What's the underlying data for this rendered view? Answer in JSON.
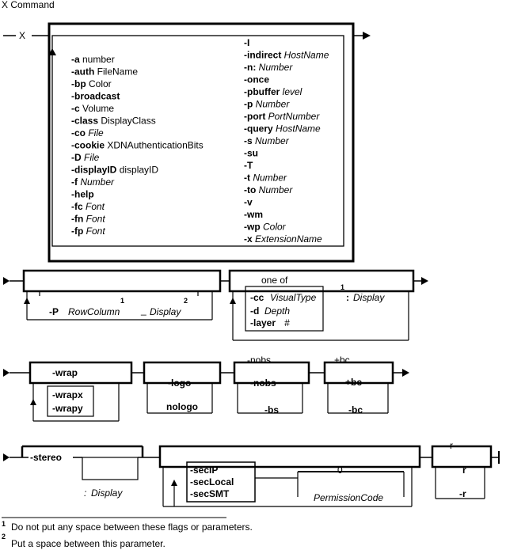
{
  "title": "X Command",
  "command": "X",
  "row1": {
    "left_options": [
      {
        "flag": "-a",
        "arg": "number",
        "arg_style": "plain"
      },
      {
        "flag": "-auth",
        "arg": "FileName",
        "arg_style": "plain"
      },
      {
        "flag": "-bp",
        "arg": "Color",
        "arg_style": "plain"
      },
      {
        "flag": "-broadcast",
        "arg": "",
        "arg_style": "plain"
      },
      {
        "flag": "-c",
        "arg": "Volume",
        "arg_style": "plain"
      },
      {
        "flag": "-class",
        "arg": "DisplayClass",
        "arg_style": "plain"
      },
      {
        "flag": "-co",
        "arg": "File",
        "arg_style": "italic"
      },
      {
        "flag": "-cookie",
        "arg": "XDNAuthenticationBits",
        "arg_style": "plain"
      },
      {
        "flag": "-D",
        "arg": "File",
        "arg_style": "italic"
      },
      {
        "flag": "-displayID",
        "arg": "displayID",
        "arg_style": "plain"
      },
      {
        "flag": "-f",
        "arg": "Number",
        "arg_style": "italic"
      },
      {
        "flag": "-help",
        "arg": "",
        "arg_style": "plain"
      },
      {
        "flag": "-fc",
        "arg": "Font",
        "arg_style": "italic"
      },
      {
        "flag": "-fn",
        "arg": "Font",
        "arg_style": "italic"
      },
      {
        "flag": "-fp",
        "arg": "Font",
        "arg_style": "italic"
      }
    ],
    "right_options": [
      {
        "flag": "-I",
        "arg": "",
        "arg_style": "italic"
      },
      {
        "flag": "-indirect",
        "arg": "HostName",
        "arg_style": "italic"
      },
      {
        "flag": "-n:",
        "arg": "Number",
        "arg_style": "italic"
      },
      {
        "flag": "-once",
        "arg": "",
        "arg_style": "italic"
      },
      {
        "flag": "-pbuffer",
        "arg": "level",
        "arg_style": "italic"
      },
      {
        "flag": "-p",
        "arg": "Number",
        "arg_style": "italic"
      },
      {
        "flag": "-port",
        "arg": "PortNumber",
        "arg_style": "italic"
      },
      {
        "flag": "-query",
        "arg": "HostName",
        "arg_style": "italic"
      },
      {
        "flag": "-s",
        "arg": "Number",
        "arg_style": "italic"
      },
      {
        "flag": "-su",
        "arg": "",
        "arg_style": "italic"
      },
      {
        "flag": "-T",
        "arg": "",
        "arg_style": "italic"
      },
      {
        "flag": "-t",
        "arg": "Number",
        "arg_style": "italic"
      },
      {
        "flag": "-to",
        "arg": "Number",
        "arg_style": "italic"
      },
      {
        "flag": "-v",
        "arg": "",
        "arg_style": "italic"
      },
      {
        "flag": "-wm",
        "arg": "",
        "arg_style": "italic"
      },
      {
        "flag": "-wp",
        "arg": "Color",
        "arg_style": "italic"
      },
      {
        "flag": "-x",
        "arg": "ExtensionName",
        "arg_style": "italic"
      }
    ]
  },
  "row2": {
    "p_flag": "-P",
    "rowcolumn": "RowColumn",
    "rowcolumn_note": "1",
    "dash": "_",
    "display": "Display",
    "display_note": "2",
    "one_of": "one of",
    "cc_flag": "-cc",
    "cc_arg": "VisualType",
    "d_flag": "-d",
    "d_arg": "Depth",
    "layer_flag": "-layer",
    "layer_arg": "#",
    "one_of_note": "1",
    "colon_display_prefix": ":",
    "colon_display": "Display"
  },
  "row3": {
    "wrap": "-wrap",
    "wrapx": "-wrapx",
    "wrapy": "-wrapy",
    "logo": "-logo",
    "nologo": "nologo",
    "nobs_default": "-nobs",
    "nobs": "-nobs",
    "bs": "-bs",
    "bc_default": "+bc",
    "bc": "+bc",
    "minus_bc": "-bc"
  },
  "row4": {
    "stereo": "-stereo",
    "display_prefix": ":",
    "display": "Display",
    "secip": "-secIP",
    "seclocal": "-secLocal",
    "secsmt": "-secSMT",
    "perm_default": "0",
    "permission_code": "PermissionCode",
    "r_default": "r",
    "r": "r",
    "minus_r": "-r"
  },
  "footnotes": [
    {
      "num": "1",
      "text": "Do not put any space between these flags or parameters."
    },
    {
      "num": "2",
      "text": "Put a space between this parameter."
    }
  ]
}
